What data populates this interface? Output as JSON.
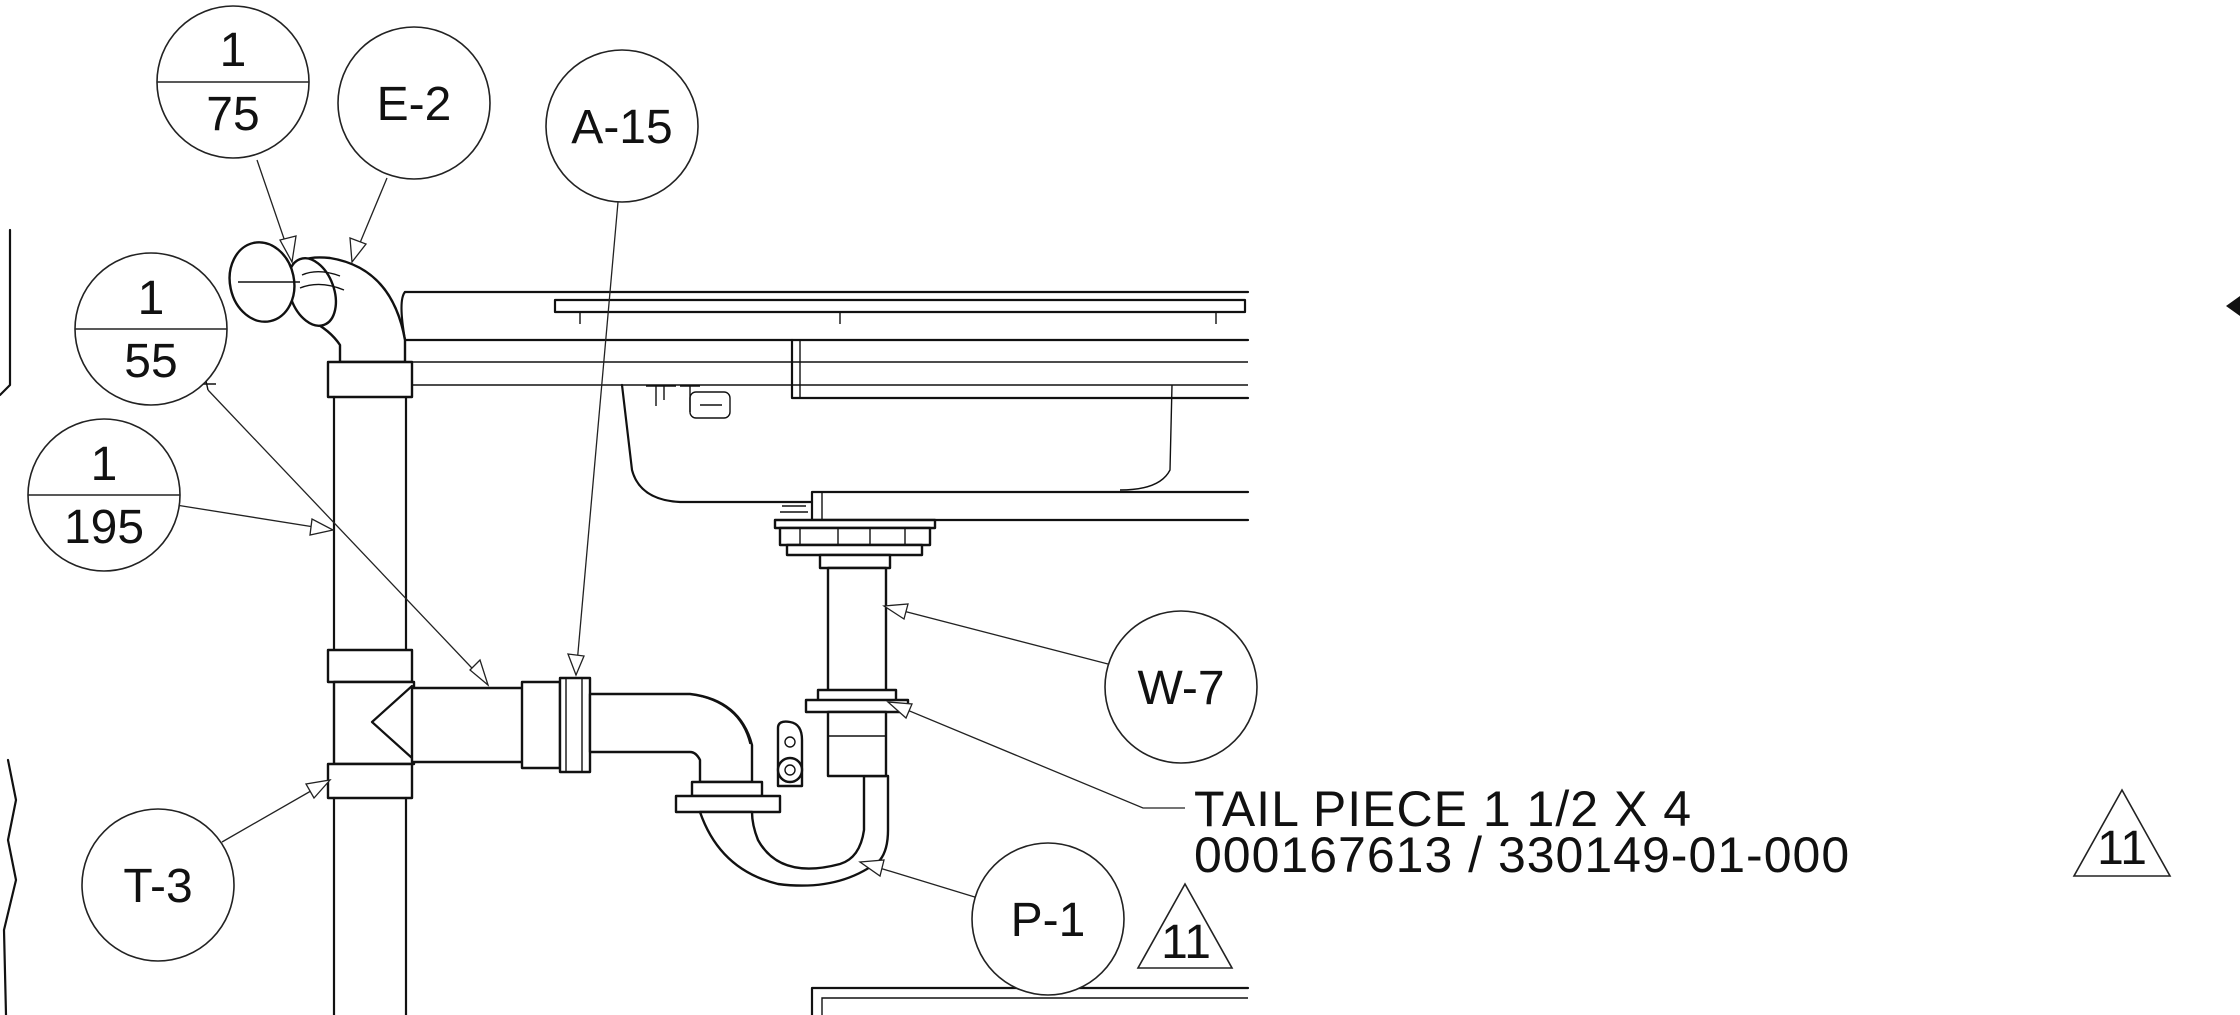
{
  "callouts": {
    "e2": "E-2",
    "a15": "A-15",
    "w7": "W-7",
    "t3": "T-3",
    "p1": "P-1"
  },
  "sections": {
    "s75": {
      "top": "1",
      "bottom": "75"
    },
    "s55": {
      "top": "1",
      "bottom": "55"
    },
    "s195": {
      "top": "1",
      "bottom": "195"
    }
  },
  "note": {
    "line1": "TAIL PIECE 1 1/2 X 4",
    "line2": "000167613 / 330149-01-000"
  },
  "revisions": {
    "note_rev": "11",
    "p1_rev": "11"
  }
}
